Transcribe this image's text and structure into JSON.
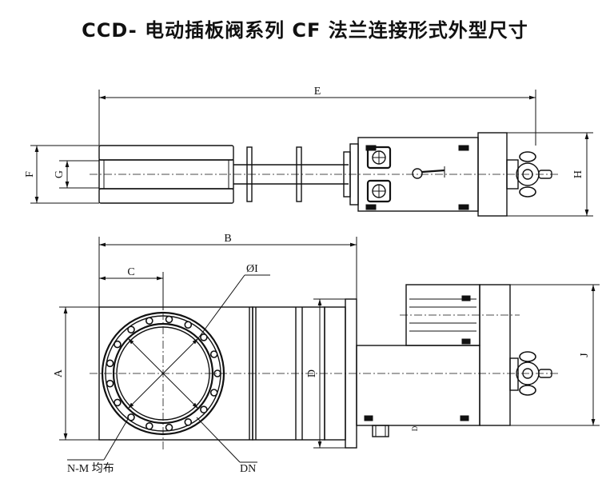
{
  "title": "CCD- 电动插板阀系列 CF 法兰连接形式外型尺寸",
  "labels": {
    "A": "A",
    "B": "B",
    "C": "C",
    "D": "D",
    "E": "E",
    "F": "F",
    "G": "G",
    "H": "H",
    "I": "ØI",
    "J": "J",
    "DN": "DN",
    "NM": "N-M 均布",
    "small": "D"
  }
}
